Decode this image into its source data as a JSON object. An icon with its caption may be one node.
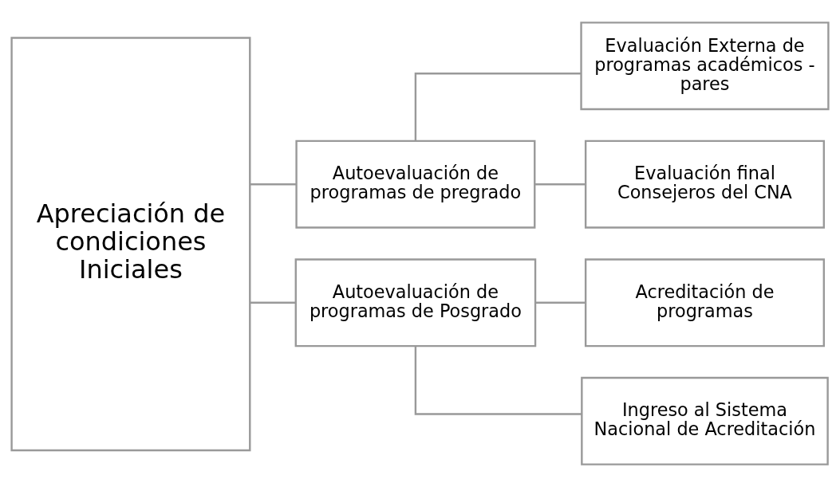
{
  "diagram": {
    "nodes": [
      {
        "text": [
          "Apreciación de condiciones Iniciales"
        ]
      },
      {
        "text": [
          "Autoevaluación de programas de pregrado"
        ]
      },
      {
        "text": [
          "Evaluación Externa de programas académicos - pares"
        ]
      },
      {
        "text": [
          "Evaluación final Consejeros del CNA"
        ]
      },
      {
        "text": [
          "Autoevaluación de programas de Posgrado"
        ]
      },
      {
        "text": [
          "Acreditación de programas"
        ]
      },
      {
        "text": [
          "Ingreso al Sistema Nacional de Acreditación"
        ]
      }
    ],
    "edges": [
      {
        "from": 0,
        "to": 1,
        "arrow": "none"
      },
      {
        "from": 0,
        "to": 4,
        "arrow": "none"
      },
      {
        "from": 1,
        "to": 2,
        "arrow": "none"
      },
      {
        "from": 1,
        "to": 3,
        "arrow": "none"
      },
      {
        "from": 4,
        "to": 5,
        "arrow": "none"
      },
      {
        "from": 4,
        "to": 6,
        "arrow": "none"
      }
    ]
  }
}
